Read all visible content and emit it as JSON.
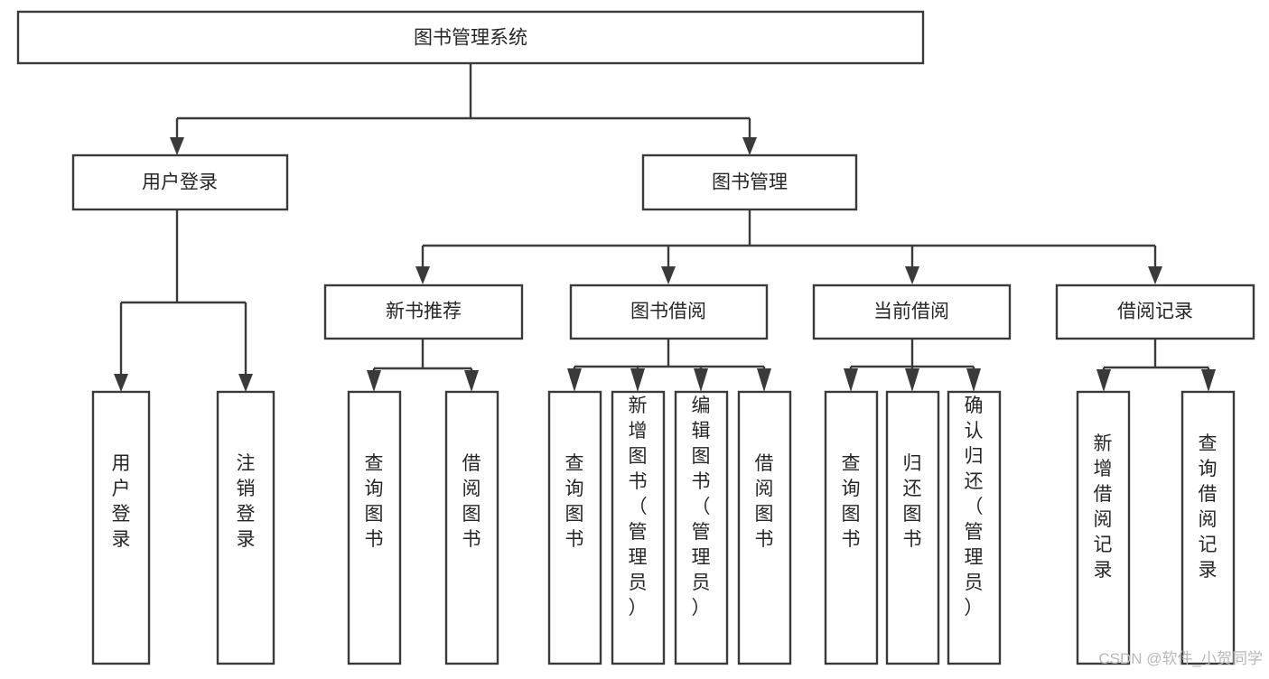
{
  "diagram": {
    "title": "图书管理系统",
    "type": "tree",
    "root": {
      "id": "root",
      "label": "图书管理系统"
    },
    "level2": [
      {
        "id": "user-login",
        "label": "用户登录"
      },
      {
        "id": "book-management",
        "label": "图书管理"
      }
    ],
    "level3": [
      {
        "id": "new-book-recommend",
        "label": "新书推荐"
      },
      {
        "id": "book-borrow",
        "label": "图书借阅"
      },
      {
        "id": "current-borrow",
        "label": "当前借阅"
      },
      {
        "id": "borrow-record",
        "label": "借阅记录"
      }
    ],
    "leaves": {
      "user-login": [
        {
          "id": "leaf-user-login",
          "label": "用户登录"
        },
        {
          "id": "leaf-logout-login",
          "label": "注销登录"
        }
      ],
      "new-book-recommend": [
        {
          "id": "leaf-query-book-1",
          "label": "查询图书"
        },
        {
          "id": "leaf-borrow-book-1",
          "label": "借阅图书"
        }
      ],
      "book-borrow": [
        {
          "id": "leaf-query-book-2",
          "label": "查询图书"
        },
        {
          "id": "leaf-add-book",
          "label": "新增图书（管理员）"
        },
        {
          "id": "leaf-edit-book",
          "label": "编辑图书（管理员）"
        },
        {
          "id": "leaf-borrow-book-2",
          "label": "借阅图书"
        }
      ],
      "current-borrow": [
        {
          "id": "leaf-query-book-3",
          "label": "查询图书"
        },
        {
          "id": "leaf-return-book",
          "label": "归还图书"
        },
        {
          "id": "leaf-confirm-return",
          "label": "确认归还（管理员）"
        }
      ],
      "borrow-record": [
        {
          "id": "leaf-add-record",
          "label": "新增借阅记录"
        },
        {
          "id": "leaf-query-record",
          "label": "查询借阅记录"
        }
      ]
    }
  },
  "watermark": {
    "text": "CSDN @软件_小贺同学"
  },
  "colors": {
    "stroke": "#3a3a3a",
    "box_fill": "#ffffff",
    "text": "#262626",
    "background": "#ffffff",
    "watermark": "#b8b8b8"
  }
}
